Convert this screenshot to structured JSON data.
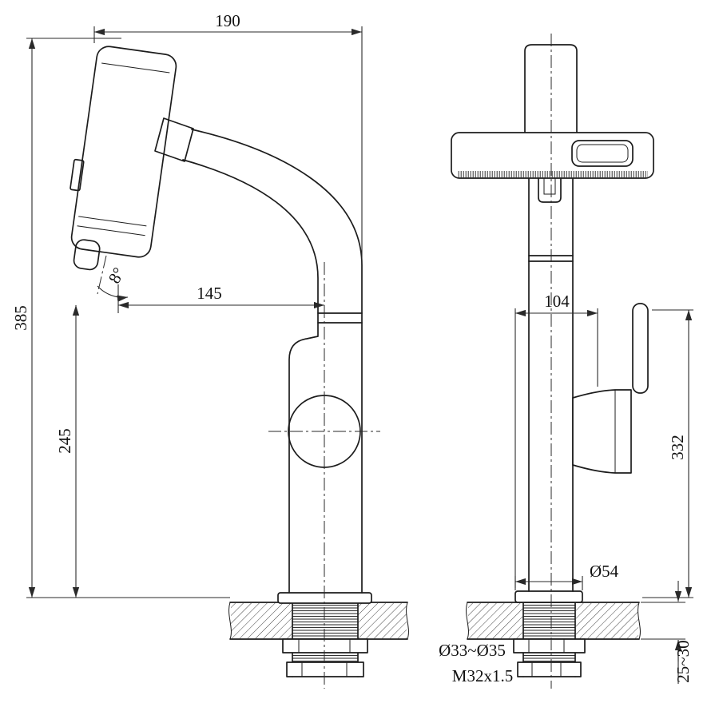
{
  "dimensions": {
    "top_width": "190",
    "overall_height": "385",
    "body_height": "245",
    "spout_reach": "145",
    "spout_angle": "8°",
    "side_offset": "104",
    "side_height": "332",
    "base_diameter": "Ø54",
    "mounting_hole": "Ø33~Ø35",
    "thread_spec": "M32x1.5",
    "deck_thickness": "25~30"
  }
}
